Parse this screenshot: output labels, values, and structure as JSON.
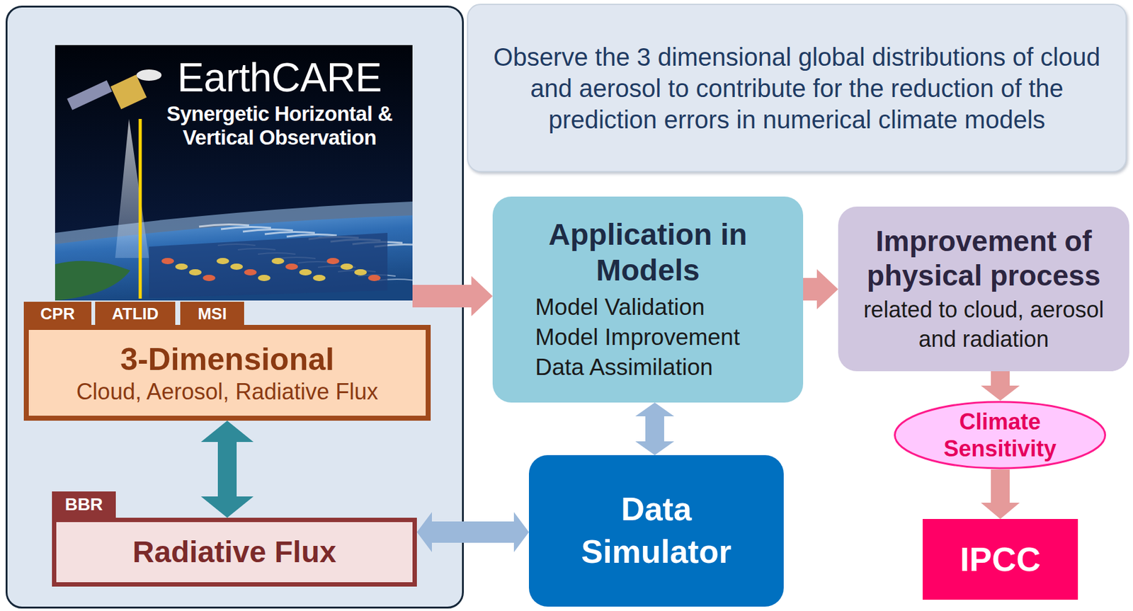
{
  "diagram": {
    "nodes": [
      {
        "text": [
          "EarthCARE",
          "Synergetic Horizontal & Vertical Observation"
        ]
      },
      {
        "text": [
          "CPR"
        ]
      },
      {
        "text": [
          "ATLID"
        ]
      },
      {
        "text": [
          "MSI"
        ]
      },
      {
        "text": [
          "3-Dimensional",
          "Cloud, Aerosol, Radiative Flux"
        ]
      },
      {
        "text": [
          "BBR"
        ]
      },
      {
        "text": [
          "Radiative Flux"
        ]
      },
      {
        "text": [
          "Observe the 3 dimensional global distributions of cloud and aerosol to contribute for the reduction of the prediction errors in numerical climate models"
        ]
      },
      {
        "text": [
          "Application in Models",
          "Model Validation",
          "Model Improvement",
          "Data Assimilation"
        ]
      },
      {
        "text": [
          "Improvement of physical process",
          "related to cloud, aerosol and radiation"
        ]
      },
      {
        "text": [
          "Climate Sensitivity"
        ]
      },
      {
        "text": [
          "Data Simulator"
        ]
      },
      {
        "text": [
          "IPCC"
        ]
      }
    ],
    "edges": [
      {
        "from": 0,
        "to": 8,
        "arrow": "to"
      },
      {
        "from": 4,
        "to": 6,
        "arrow": "both"
      },
      {
        "from": 8,
        "to": 9,
        "arrow": "to"
      },
      {
        "from": 9,
        "to": 10,
        "arrow": "to"
      },
      {
        "from": 10,
        "to": 12,
        "arrow": "to"
      },
      {
        "from": 8,
        "to": 11,
        "arrow": "both"
      },
      {
        "from": 6,
        "to": 11,
        "arrow": "both"
      }
    ]
  }
}
